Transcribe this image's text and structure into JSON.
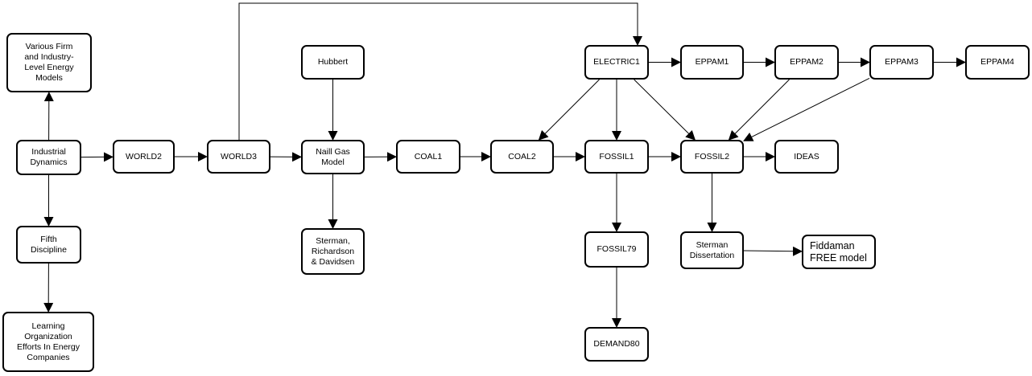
{
  "nodes": {
    "various_firm": "Various Firm\nand Industry-\nLevel Energy\nModels",
    "industrial_dynamics": "Industrial\nDynamics",
    "fifth_discipline": "Fifth\nDiscipline",
    "learning_org": "Learning\nOrganization\nEfforts In Energy\nCompanies",
    "world2": "WORLD2",
    "world3": "WORLD3",
    "hubbert": "Hubbert",
    "naill": "Naill Gas\nModel",
    "sterman_rd": "Sterman,\nRichardson\n& Davidsen",
    "coal1": "COAL1",
    "coal2": "COAL2",
    "electric1": "ELECTRIC1",
    "fossil1": "FOSSIL1",
    "fossil79": "FOSSIL79",
    "demand80": "DEMAND80",
    "eppam1": "EPPAM1",
    "eppam2": "EPPAM2",
    "eppam3": "EPPAM3",
    "eppam4": "EPPAM4",
    "fossil2": "FOSSIL2",
    "ideas": "IDEAS",
    "sterman_diss": "Sterman\nDissertation",
    "fiddaman": "Fiddaman\nFREE model"
  },
  "edges": [
    [
      "industrial_dynamics",
      "various_firm"
    ],
    [
      "industrial_dynamics",
      "world2"
    ],
    [
      "industrial_dynamics",
      "fifth_discipline"
    ],
    [
      "fifth_discipline",
      "learning_org"
    ],
    [
      "world2",
      "world3"
    ],
    [
      "world3",
      "naill"
    ],
    [
      "world3",
      "electric1"
    ],
    [
      "hubbert",
      "naill"
    ],
    [
      "naill",
      "sterman_rd"
    ],
    [
      "naill",
      "coal1"
    ],
    [
      "coal1",
      "coal2"
    ],
    [
      "coal2",
      "fossil1"
    ],
    [
      "electric1",
      "coal2"
    ],
    [
      "electric1",
      "fossil1"
    ],
    [
      "electric1",
      "fossil2"
    ],
    [
      "electric1",
      "eppam1"
    ],
    [
      "eppam1",
      "eppam2"
    ],
    [
      "eppam2",
      "eppam3"
    ],
    [
      "eppam3",
      "eppam4"
    ],
    [
      "eppam2",
      "fossil2"
    ],
    [
      "eppam3",
      "fossil2"
    ],
    [
      "fossil1",
      "fossil2"
    ],
    [
      "fossil1",
      "fossil79"
    ],
    [
      "fossil79",
      "demand80"
    ],
    [
      "fossil2",
      "ideas"
    ],
    [
      "fossil2",
      "sterman_diss"
    ],
    [
      "sterman_diss",
      "fiddaman"
    ]
  ]
}
